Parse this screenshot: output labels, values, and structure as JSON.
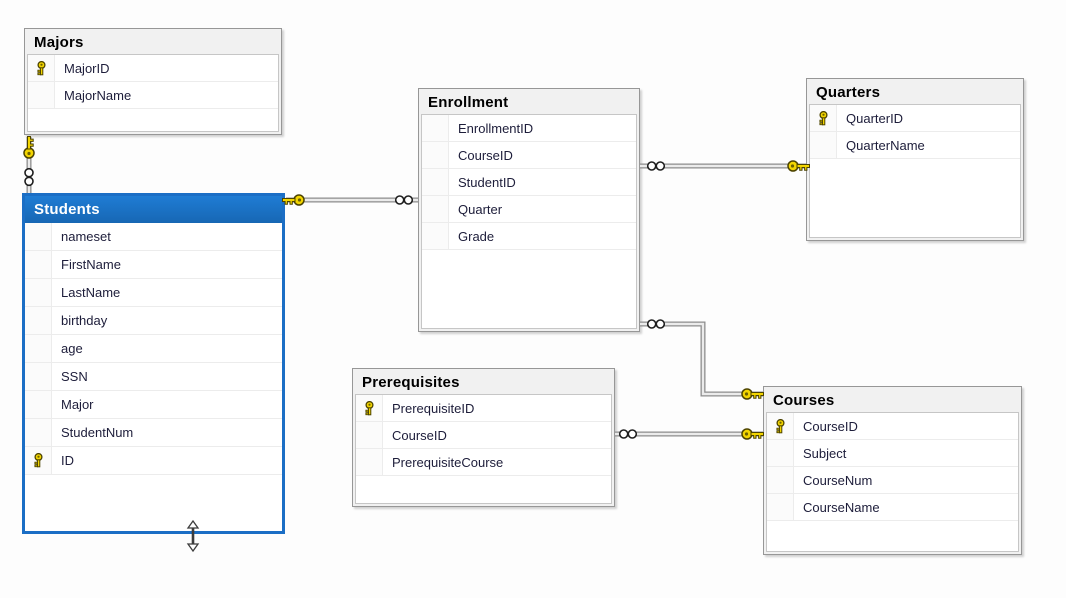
{
  "diagram": {
    "kind": "database-diagram",
    "tables": [
      {
        "id": "majors",
        "name": "Majors",
        "selected": false,
        "columns": [
          {
            "name": "MajorID",
            "primary_key": true
          },
          {
            "name": "MajorName",
            "primary_key": false
          }
        ]
      },
      {
        "id": "students",
        "name": "Students",
        "selected": true,
        "columns": [
          {
            "name": "nameset",
            "primary_key": false
          },
          {
            "name": "FirstName",
            "primary_key": false
          },
          {
            "name": "LastName",
            "primary_key": false
          },
          {
            "name": "birthday",
            "primary_key": false
          },
          {
            "name": "age",
            "primary_key": false
          },
          {
            "name": "SSN",
            "primary_key": false
          },
          {
            "name": "Major",
            "primary_key": false
          },
          {
            "name": "StudentNum",
            "primary_key": false
          },
          {
            "name": "ID",
            "primary_key": true
          }
        ]
      },
      {
        "id": "enrollment",
        "name": "Enrollment",
        "selected": false,
        "columns": [
          {
            "name": "EnrollmentID",
            "primary_key": false
          },
          {
            "name": "CourseID",
            "primary_key": false
          },
          {
            "name": "StudentID",
            "primary_key": false
          },
          {
            "name": "Quarter",
            "primary_key": false
          },
          {
            "name": "Grade",
            "primary_key": false
          }
        ]
      },
      {
        "id": "quarters",
        "name": "Quarters",
        "selected": false,
        "columns": [
          {
            "name": "QuarterID",
            "primary_key": true
          },
          {
            "name": "QuarterName",
            "primary_key": false
          }
        ]
      },
      {
        "id": "prerequisites",
        "name": "Prerequisites",
        "selected": false,
        "columns": [
          {
            "name": "PrerequisiteID",
            "primary_key": true
          },
          {
            "name": "CourseID",
            "primary_key": false
          },
          {
            "name": "PrerequisiteCourse",
            "primary_key": false
          }
        ]
      },
      {
        "id": "courses",
        "name": "Courses",
        "selected": false,
        "columns": [
          {
            "name": "CourseID",
            "primary_key": true
          },
          {
            "name": "Subject",
            "primary_key": false
          },
          {
            "name": "CourseNum",
            "primary_key": false
          },
          {
            "name": "CourseName",
            "primary_key": false
          }
        ]
      }
    ],
    "relationships": [
      {
        "one_side": "Majors",
        "many_side": "Students",
        "one_symbol": "key-icon",
        "many_symbol": "infinity-icon"
      },
      {
        "one_side": "Students",
        "many_side": "Enrollment",
        "one_symbol": "key-icon",
        "many_symbol": "infinity-icon"
      },
      {
        "one_side": "Quarters",
        "many_side": "Enrollment",
        "one_symbol": "key-icon",
        "many_symbol": "infinity-icon"
      },
      {
        "one_side": "Courses",
        "many_side": "Enrollment",
        "one_symbol": "key-icon",
        "many_symbol": "infinity-icon"
      },
      {
        "one_side": "Courses",
        "many_side": "Prerequisites",
        "one_symbol": "key-icon",
        "many_symbol": "infinity-icon"
      }
    ],
    "icons": {
      "primary_key": "key-icon",
      "one_end": "key-icon",
      "many_end": "infinity-icon",
      "resize_handle": "vertical-resize-icon"
    },
    "colors": {
      "selected_header": "#1b72c8",
      "selected_border": "#1b6ec5",
      "key_gold": "#f3d500",
      "table_frame": "#f1f1f1",
      "connector_gray": "#8d8d8d"
    }
  }
}
